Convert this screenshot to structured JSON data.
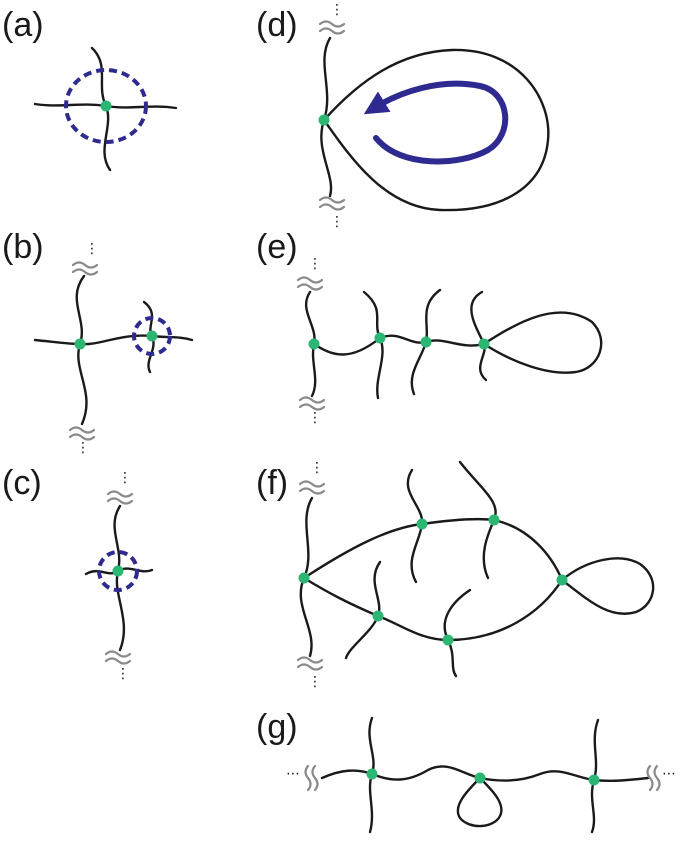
{
  "panels": {
    "a": {
      "label": "(a)"
    },
    "b": {
      "label": "(b)"
    },
    "c": {
      "label": "(c)"
    },
    "d": {
      "label": "(d)"
    },
    "e": {
      "label": "(e)"
    },
    "f": {
      "label": "(f)"
    },
    "g": {
      "label": "(g)"
    }
  },
  "continuation_glyph": "⋮",
  "continuation_glyph_horizontal": "⋯",
  "colors": {
    "node": "#2bb673",
    "ring": "#2e2a8f",
    "curve": "#1a1a1a",
    "break_mark": "#8a8a8a"
  }
}
